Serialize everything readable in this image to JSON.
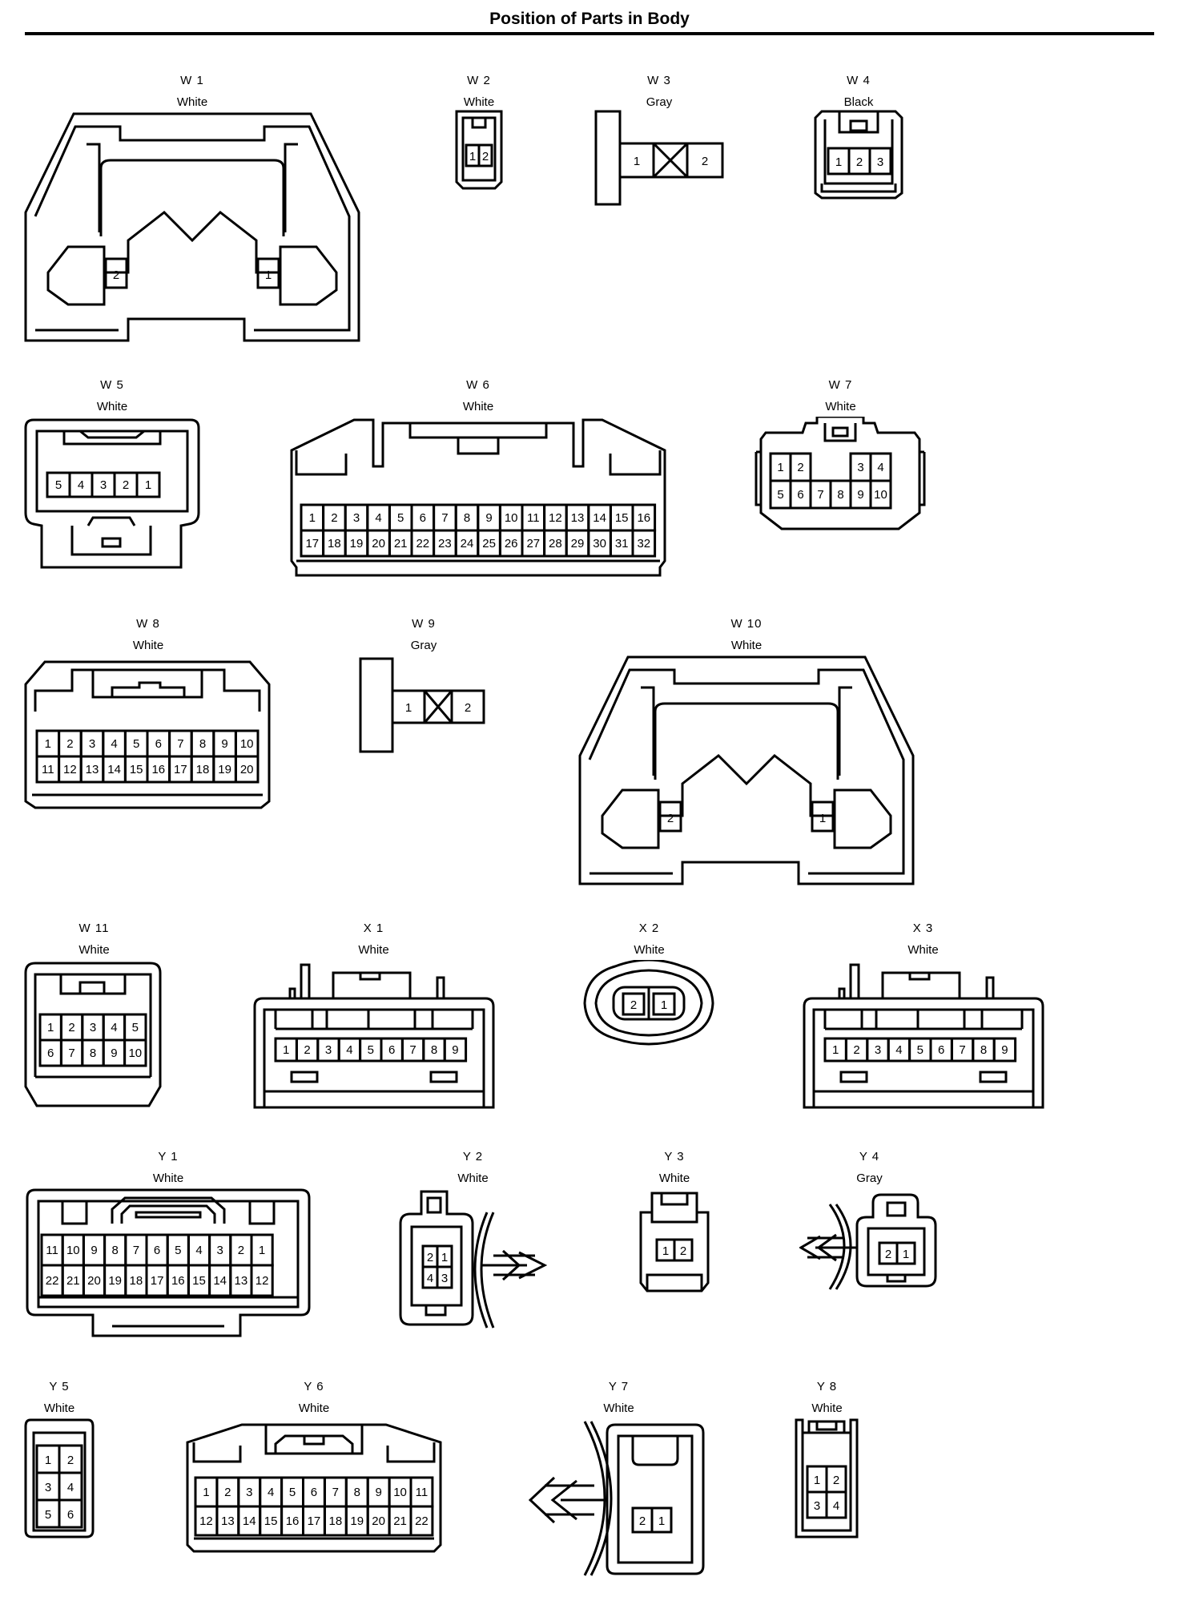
{
  "title": "Position of Parts in Body",
  "connectors": [
    {
      "id": "W1",
      "name": "W 1",
      "color": "White",
      "pins": [
        "2",
        "1"
      ]
    },
    {
      "id": "W2",
      "name": "W 2",
      "color": "White",
      "pins": [
        "1",
        "2"
      ]
    },
    {
      "id": "W3",
      "name": "W 3",
      "color": "Gray",
      "pins": [
        "1",
        "2"
      ]
    },
    {
      "id": "W4",
      "name": "W 4",
      "color": "Black",
      "pins": [
        "1",
        "2",
        "3"
      ]
    },
    {
      "id": "W5",
      "name": "W 5",
      "color": "White",
      "pins": [
        "5",
        "4",
        "3",
        "2",
        "1"
      ]
    },
    {
      "id": "W6",
      "name": "W 6",
      "color": "White",
      "pins": [
        "1",
        "2",
        "3",
        "4",
        "5",
        "6",
        "7",
        "8",
        "9",
        "10",
        "11",
        "12",
        "13",
        "14",
        "15",
        "16",
        "17",
        "18",
        "19",
        "20",
        "21",
        "22",
        "23",
        "24",
        "25",
        "26",
        "27",
        "28",
        "29",
        "30",
        "31",
        "32"
      ]
    },
    {
      "id": "W7",
      "name": "W 7",
      "color": "White",
      "pins": [
        "1",
        "2",
        "3",
        "4",
        "5",
        "6",
        "7",
        "8",
        "9",
        "10"
      ]
    },
    {
      "id": "W8",
      "name": "W 8",
      "color": "White",
      "pins": [
        "1",
        "2",
        "3",
        "4",
        "5",
        "6",
        "7",
        "8",
        "9",
        "10",
        "11",
        "12",
        "13",
        "14",
        "15",
        "16",
        "17",
        "18",
        "19",
        "20"
      ]
    },
    {
      "id": "W9",
      "name": "W 9",
      "color": "Gray",
      "pins": [
        "1",
        "2"
      ]
    },
    {
      "id": "W10",
      "name": "W 10",
      "color": "White",
      "pins": [
        "2",
        "1"
      ]
    },
    {
      "id": "W11",
      "name": "W 11",
      "color": "White",
      "pins": [
        "1",
        "2",
        "3",
        "4",
        "5",
        "6",
        "7",
        "8",
        "9",
        "10"
      ]
    },
    {
      "id": "X1",
      "name": "X 1",
      "color": "White",
      "pins": [
        "1",
        "2",
        "3",
        "4",
        "5",
        "6",
        "7",
        "8",
        "9"
      ]
    },
    {
      "id": "X2",
      "name": "X 2",
      "color": "White",
      "pins": [
        "2",
        "1"
      ]
    },
    {
      "id": "X3",
      "name": "X 3",
      "color": "White",
      "pins": [
        "1",
        "2",
        "3",
        "4",
        "5",
        "6",
        "7",
        "8",
        "9"
      ]
    },
    {
      "id": "Y1",
      "name": "Y 1",
      "color": "White",
      "pins": [
        "11",
        "10",
        "9",
        "8",
        "7",
        "6",
        "5",
        "4",
        "3",
        "2",
        "1",
        "22",
        "21",
        "20",
        "19",
        "18",
        "17",
        "16",
        "15",
        "14",
        "13",
        "12"
      ]
    },
    {
      "id": "Y2",
      "name": "Y 2",
      "color": "White",
      "pins": [
        "2",
        "1",
        "4",
        "3"
      ]
    },
    {
      "id": "Y3",
      "name": "Y 3",
      "color": "White",
      "pins": [
        "1",
        "2"
      ]
    },
    {
      "id": "Y4",
      "name": "Y 4",
      "color": "Gray",
      "pins": [
        "2",
        "1"
      ]
    },
    {
      "id": "Y5",
      "name": "Y 5",
      "color": "White",
      "pins": [
        "1",
        "2",
        "3",
        "4",
        "5",
        "6"
      ]
    },
    {
      "id": "Y6",
      "name": "Y 6",
      "color": "White",
      "pins": [
        "1",
        "2",
        "3",
        "4",
        "5",
        "6",
        "7",
        "8",
        "9",
        "10",
        "11",
        "12",
        "13",
        "14",
        "15",
        "16",
        "17",
        "18",
        "19",
        "20",
        "21",
        "22"
      ]
    },
    {
      "id": "Y7",
      "name": "Y 7",
      "color": "White",
      "pins": [
        "2",
        "1"
      ]
    },
    {
      "id": "Y8",
      "name": "Y 8",
      "color": "White",
      "pins": [
        "1",
        "2",
        "3",
        "4"
      ]
    }
  ]
}
